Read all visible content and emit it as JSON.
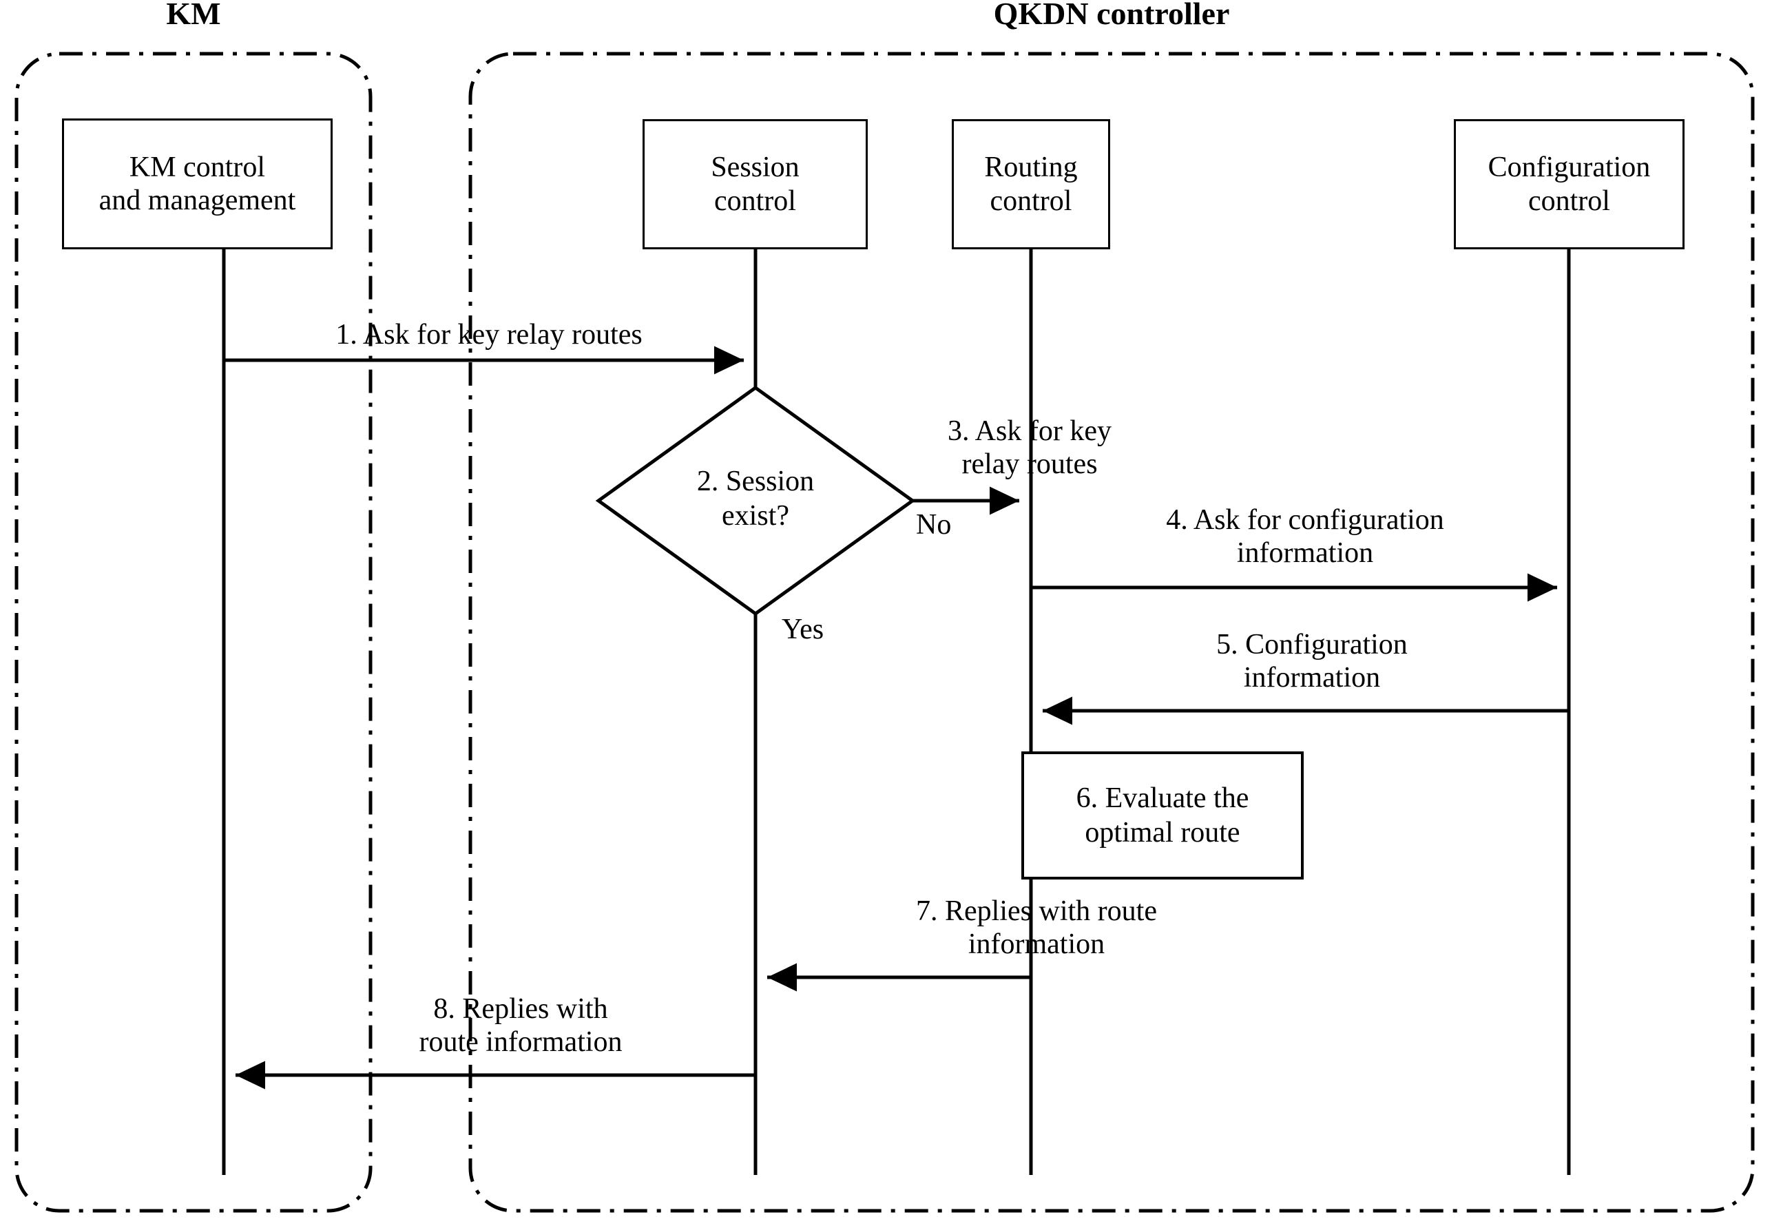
{
  "diagram": {
    "type": "sequence-diagram",
    "background_color": "#ffffff",
    "line_color": "#000000",
    "swimlanes": [
      {
        "id": "km",
        "title": "KM",
        "border_style": "dash-dot"
      },
      {
        "id": "qkdn",
        "title": "QKDN controller",
        "border_style": "dash-dot"
      }
    ],
    "participants": [
      {
        "id": "km-control",
        "label": "KM control\nand management",
        "lane": "km"
      },
      {
        "id": "session-control",
        "label": "Session\ncontrol",
        "lane": "qkdn"
      },
      {
        "id": "routing-control",
        "label": "Routing\ncontrol",
        "lane": "qkdn"
      },
      {
        "id": "configuration-control",
        "label": "Configuration\ncontrol",
        "lane": "qkdn"
      }
    ],
    "messages": [
      {
        "step": "1",
        "label": "1. Ask for key relay routes",
        "from": "km-control",
        "to": "session-control",
        "direction": "right"
      },
      {
        "step": "3",
        "label": "3. Ask for key\nrelay routes",
        "from": "session-exist-decision",
        "to": "routing-control",
        "direction": "right"
      },
      {
        "step": "4",
        "label": "4. Ask for configuration\ninformation",
        "from": "routing-control",
        "to": "configuration-control",
        "direction": "right"
      },
      {
        "step": "5",
        "label": "5. Configuration\ninformation",
        "from": "configuration-control",
        "to": "routing-control",
        "direction": "left"
      },
      {
        "step": "7",
        "label": "7. Replies with route\ninformation",
        "from": "routing-control",
        "to": "session-control",
        "direction": "left"
      },
      {
        "step": "8",
        "label": "8. Replies with\nroute information",
        "from": "session-control",
        "to": "km-control",
        "direction": "left"
      }
    ],
    "decision": {
      "id": "session-exist-decision",
      "label": "2. Session\nexist?",
      "branches": [
        {
          "label": "No",
          "direction": "right"
        },
        {
          "label": "Yes",
          "direction": "down"
        }
      ]
    },
    "actions": [
      {
        "id": "evaluate-optimal-route",
        "label": "6. Evaluate the\noptimal route",
        "on": "routing-control"
      }
    ]
  }
}
